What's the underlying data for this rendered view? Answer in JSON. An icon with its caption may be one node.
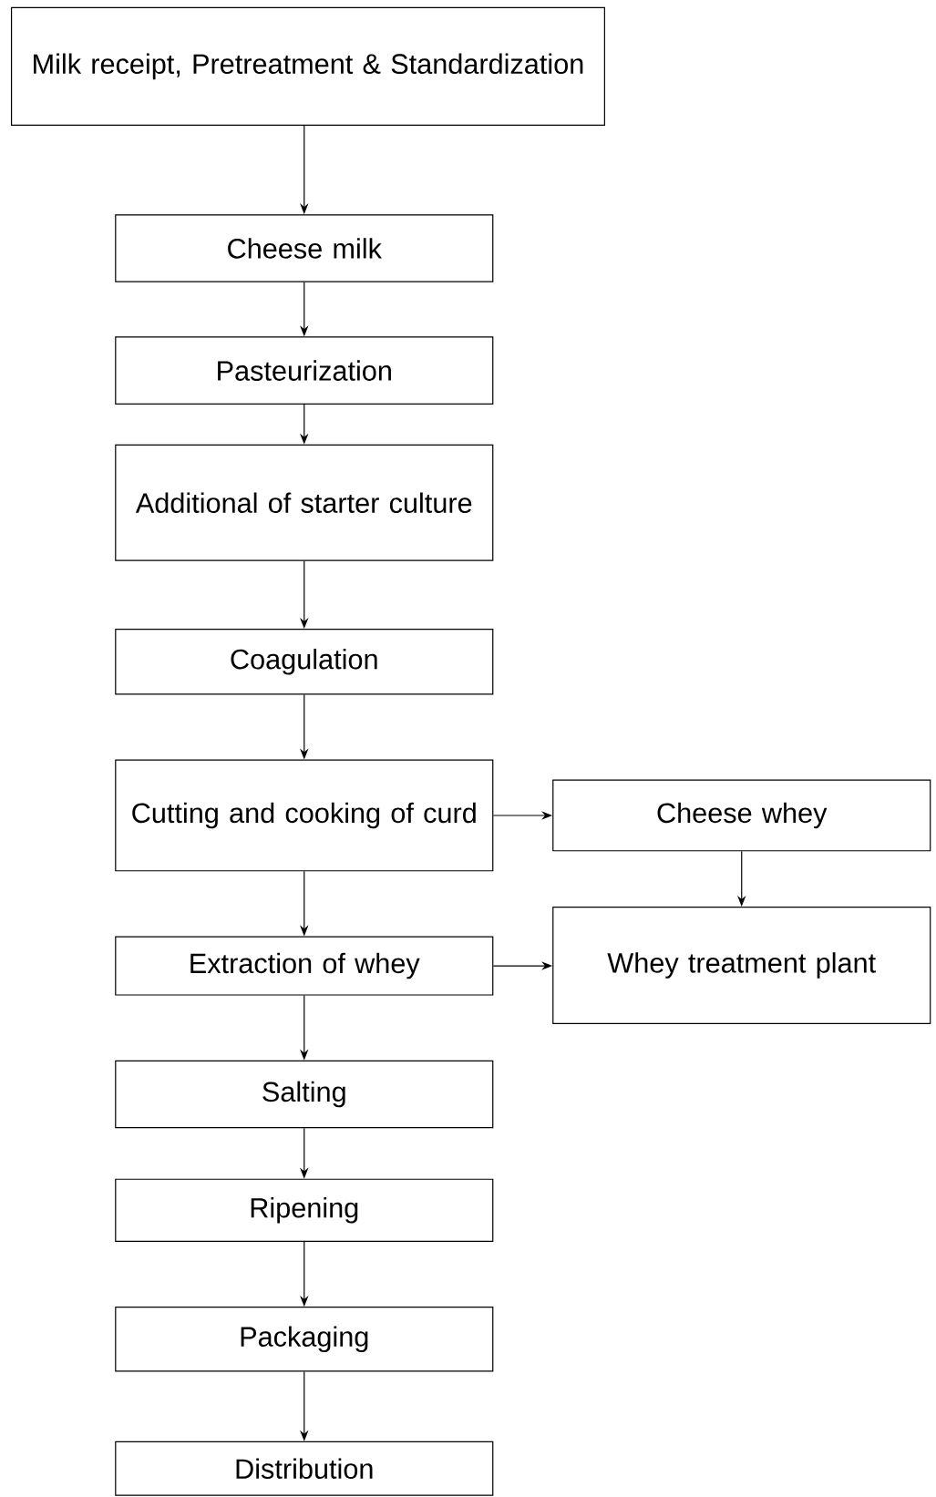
{
  "diagram": {
    "nodes": [
      {
        "text": [
          "Milk receipt, Pretreatment & Standardization"
        ]
      },
      {
        "text": [
          "Cheese milk"
        ]
      },
      {
        "text": [
          "Pasteurization"
        ]
      },
      {
        "text": [
          "Additional of starter culture"
        ]
      },
      {
        "text": [
          "Coagulation"
        ]
      },
      {
        "text": [
          "Cutting and cooking of curd"
        ]
      },
      {
        "text": [
          "Cheese whey"
        ]
      },
      {
        "text": [
          "Extraction of whey"
        ]
      },
      {
        "text": [
          "Whey treatment plant"
        ]
      },
      {
        "text": [
          "Salting"
        ]
      },
      {
        "text": [
          "Ripening"
        ]
      },
      {
        "text": [
          "Packaging"
        ]
      },
      {
        "text": [
          "Distribution"
        ]
      }
    ],
    "edges": [
      {
        "from": 0,
        "to": 1,
        "arrow": "to"
      },
      {
        "from": 1,
        "to": 2,
        "arrow": "to"
      },
      {
        "from": 2,
        "to": 3,
        "arrow": "to"
      },
      {
        "from": 3,
        "to": 4,
        "arrow": "to"
      },
      {
        "from": 4,
        "to": 5,
        "arrow": "to"
      },
      {
        "from": 5,
        "to": 6,
        "arrow": "to"
      },
      {
        "from": 6,
        "to": 8,
        "arrow": "to"
      },
      {
        "from": 5,
        "to": 7,
        "arrow": "to"
      },
      {
        "from": 7,
        "to": 8,
        "arrow": "to"
      },
      {
        "from": 7,
        "to": 9,
        "arrow": "to"
      },
      {
        "from": 9,
        "to": 10,
        "arrow": "to"
      },
      {
        "from": 10,
        "to": 11,
        "arrow": "to"
      },
      {
        "from": 11,
        "to": 12,
        "arrow": "to"
      }
    ]
  }
}
